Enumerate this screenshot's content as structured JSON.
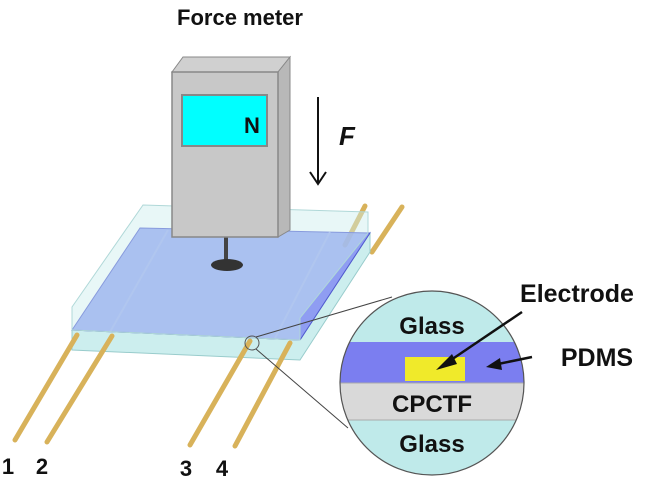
{
  "title": "Force meter",
  "meter": {
    "display_unit": "N"
  },
  "force_label": "F",
  "pins": [
    "1",
    "2",
    "3",
    "4"
  ],
  "inset": {
    "layers": [
      "Glass",
      "CPCTF",
      "Glass"
    ],
    "callouts": {
      "electrode": "Electrode",
      "pdms": "PDMS"
    }
  },
  "colors": {
    "glass": "#bfeaea",
    "pdms": "#7b7ef0",
    "electrode": "#f0ea2a",
    "cpctf": "#d9d9d9",
    "display": "#00ffff",
    "meter": "#c8c8c8",
    "pin": "#d8b25a"
  }
}
